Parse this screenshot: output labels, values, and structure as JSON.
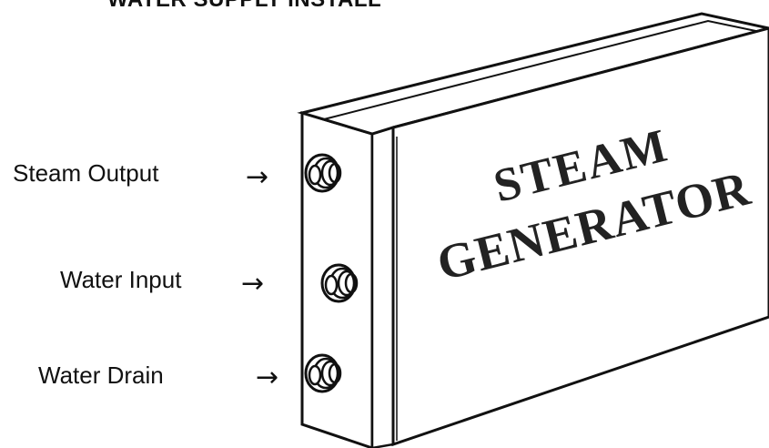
{
  "header": {
    "text": "WATER SUPPLY INSTALL"
  },
  "labels": {
    "steam_output": "Steam Output",
    "water_input": "Water Input",
    "water_drain": "Water Drain"
  },
  "unit": {
    "line1": "STEAM",
    "line2": "GENERATOR"
  },
  "icons": {
    "arrow": "right-arrow-icon",
    "fitting": "threaded-fitting-icon"
  },
  "colors": {
    "ink": "#111111",
    "background": "#ffffff"
  }
}
